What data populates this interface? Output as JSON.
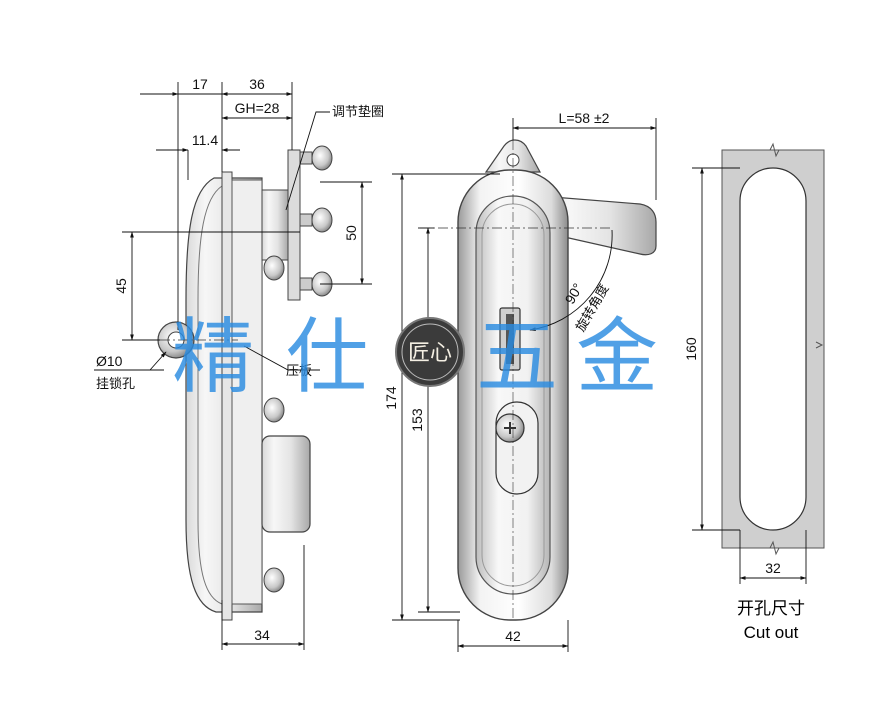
{
  "dimensions": {
    "d17": "17",
    "d36": "36",
    "gh": "GH=28",
    "d11_4": "11.4",
    "d45": "45",
    "d50": "50",
    "d10": "Ø10",
    "d34": "34",
    "l58": "L=58 ±2",
    "d174": "174",
    "d153": "153",
    "d42": "42",
    "rot": "90°",
    "d160": "160",
    "d32": "32"
  },
  "labels": {
    "shim": "调节垫圈",
    "padlock_hole": "挂锁孔",
    "pressure_plate": "压板",
    "rotation_angle": "旋转角度"
  },
  "cutout": {
    "title_cn": "开孔尺寸",
    "title_en": "Cut out"
  },
  "watermark": {
    "text": [
      "精",
      "仕",
      "五",
      "金"
    ],
    "logo": "匠心",
    "color": "#2a8be0"
  }
}
